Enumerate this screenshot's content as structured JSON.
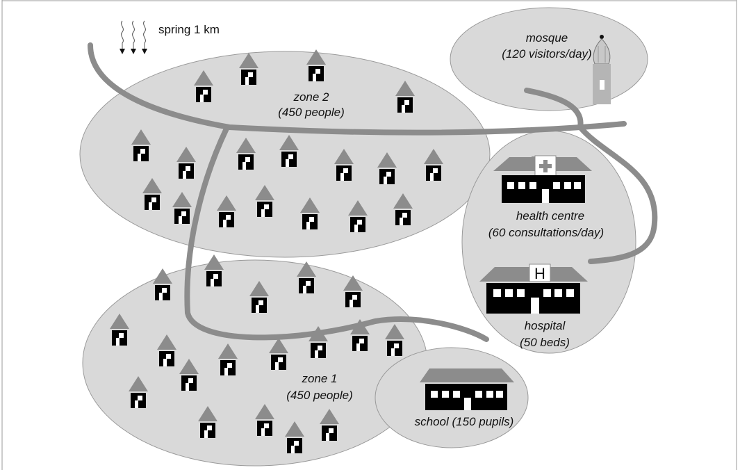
{
  "spring": {
    "label": "spring 1 km"
  },
  "mosque": {
    "name": "mosque",
    "detail": "(120 visitors/day)"
  },
  "zone2": {
    "name": "zone 2",
    "detail": "(450 people)"
  },
  "zone1": {
    "name": "zone 1",
    "detail": "(450 people)"
  },
  "health_centre": {
    "name": "health centre",
    "detail": "(60 consultations/day)"
  },
  "hospital": {
    "name": "hospital",
    "detail": "(50 beds)",
    "sign": "H"
  },
  "school": {
    "name": "school (150 pupils)"
  },
  "colors": {
    "area_fill": "#d9d9d9",
    "area_stroke": "#9a9a9a",
    "road": "#8c8c8c",
    "house_roof": "#8c8c8c",
    "house_body": "#000000"
  }
}
